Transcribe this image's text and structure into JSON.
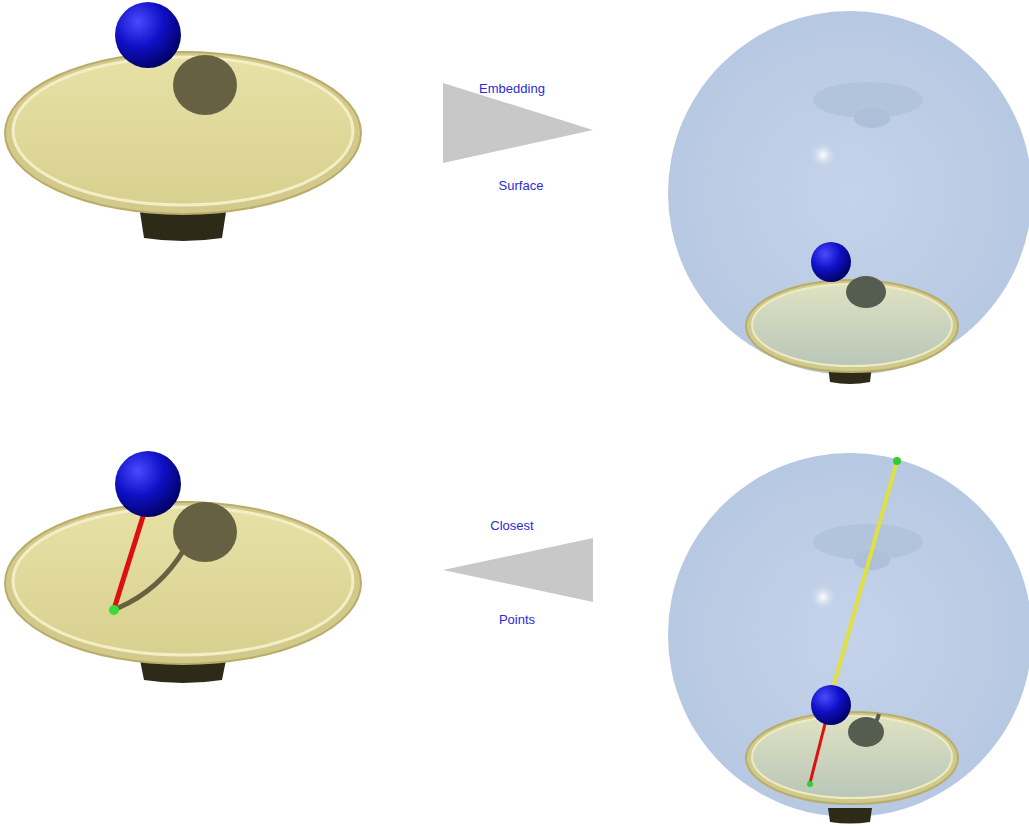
{
  "diagram": {
    "labels": [
      "Embedding",
      "Surface",
      "Closest",
      "Points"
    ]
  }
}
